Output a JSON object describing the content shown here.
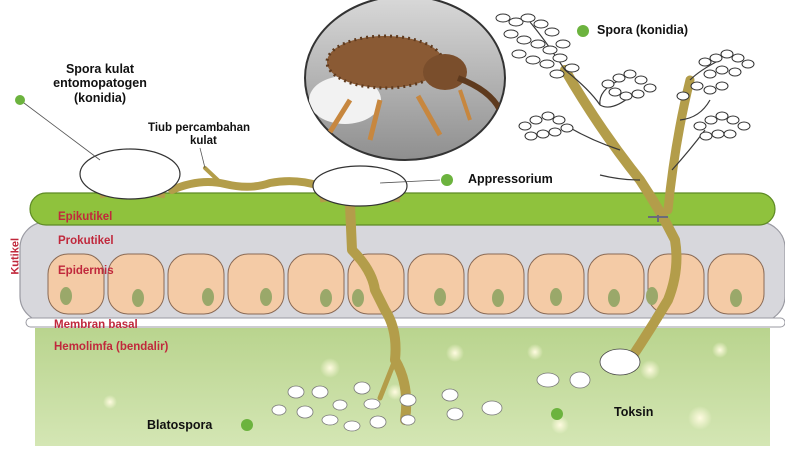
{
  "labels": {
    "spora_kulat": [
      "Spora kulat",
      "entomopatogen",
      "(konidia)"
    ],
    "tiub": [
      "Tiub percambahan",
      "kulat"
    ],
    "appressorium": "Appressorium",
    "spora_konidia": "Spora (konidia)",
    "kutikel": "Kutikel",
    "epikutikel": "Epikutikel",
    "prokutikel": "Prokutikel",
    "epidermis": "Epidermis",
    "membran_basal": "Membran basal",
    "hemolimfa": "Hemolimfa (bendalir)",
    "blatospora": "Blatospora",
    "toksin": "Toksin"
  },
  "icons": [
    "weevil-photo",
    "label-dot"
  ],
  "colors": {
    "epicuticle": "#8fc23d",
    "procuticle": "#d7d7dc",
    "cell": "#f4cba6",
    "nucleus": "#9aa86a",
    "hypha": "#b39d4a",
    "hemolymph": "#c7dda0",
    "dot": "#6cb33e",
    "layer_label": "#c0283c"
  }
}
